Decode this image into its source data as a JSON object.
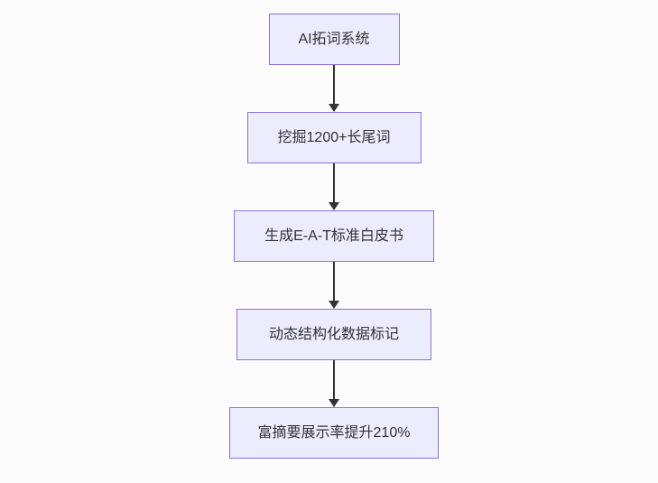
{
  "diagram": {
    "type": "flowchart",
    "direction": "top-down",
    "nodes": [
      {
        "id": "node-1",
        "label": "AI拓词系统"
      },
      {
        "id": "node-2",
        "label": "挖掘1200+长尾词"
      },
      {
        "id": "node-3",
        "label": "生成E-A-T标准白皮书"
      },
      {
        "id": "node-4",
        "label": "动态结构化数据标记"
      },
      {
        "id": "node-5",
        "label": "富摘要展示率提升210%"
      }
    ],
    "edges": [
      {
        "from": "node-1",
        "to": "node-2"
      },
      {
        "from": "node-2",
        "to": "node-3"
      },
      {
        "from": "node-3",
        "to": "node-4"
      },
      {
        "from": "node-4",
        "to": "node-5"
      }
    ],
    "colors": {
      "node_fill": "#ECECFF",
      "node_border": "#9370DB",
      "arrow": "#333333",
      "text": "#333333",
      "background": "#fcfcfc"
    }
  }
}
